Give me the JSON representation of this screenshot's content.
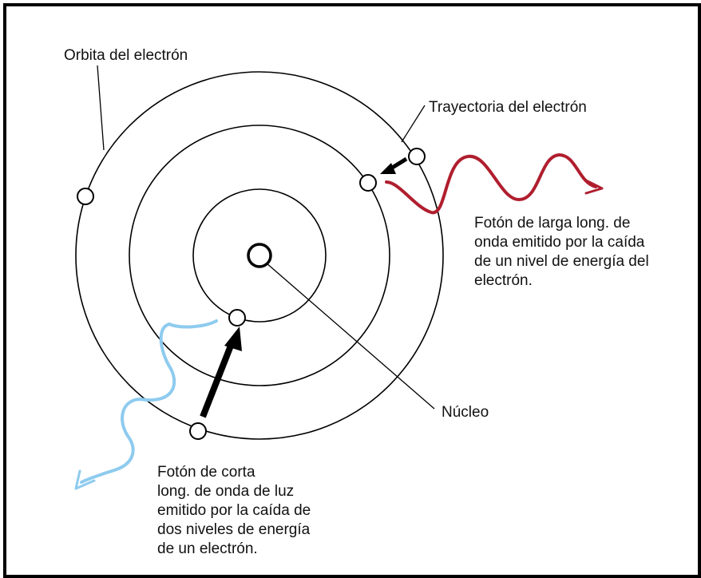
{
  "labels": {
    "orbit": "Orbita del electrón",
    "trajectory": "Trayectoria del electrón",
    "nucleus": "Núcleo",
    "long_photon": [
      "Fotón de larga long. de",
      "onda emitido por la caída",
      "de un nivel de energía del",
      "electrón."
    ],
    "short_photon": [
      "Fotón de corta",
      "long. de onda de luz",
      "emitido por la caída de",
      "dos niveles de energía",
      "de un electrón."
    ]
  },
  "colors": {
    "long_wave": "#b01e2e",
    "short_wave": "#8ecbef",
    "line": "#000000"
  }
}
